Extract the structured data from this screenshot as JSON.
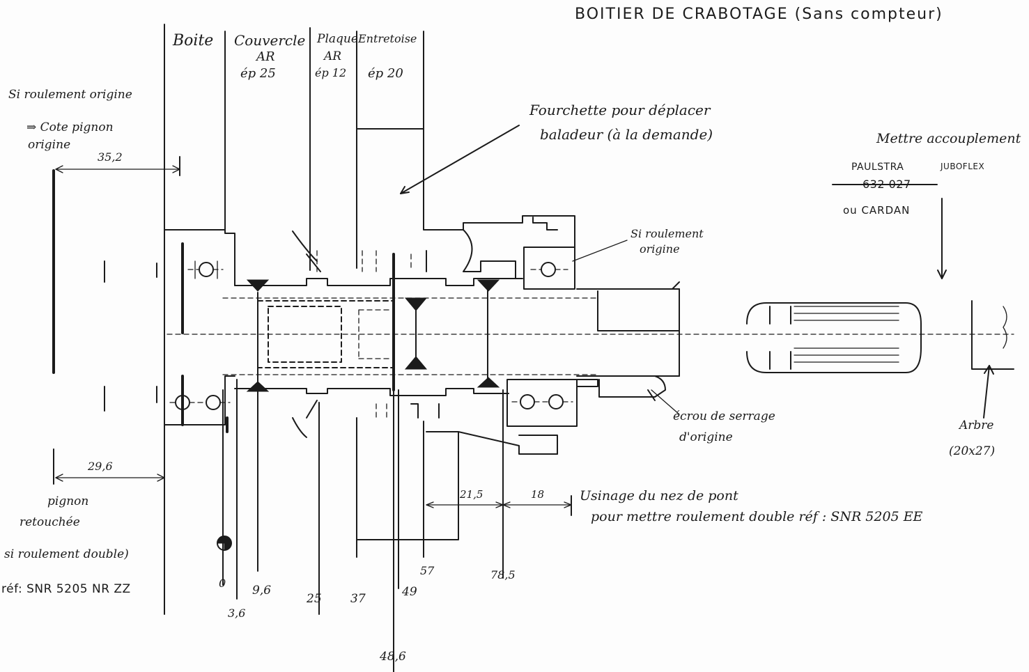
{
  "title": "BOITIER  DE  CRABOTAGE (Sans compteur)",
  "columns": {
    "boite": "Boite",
    "couvercle": "Couvercle",
    "couvercle_sub": "AR",
    "couvercle_ep": "ép 25",
    "plaque": "Plaque",
    "plaque_sub": "AR",
    "plaque_ep": "ép 12",
    "entretoise": "Entretoise",
    "entretoise_ep": "ép 20"
  },
  "left_notes": {
    "roulement_origine": "Si roulement origine",
    "cote_pignon_1": "⇒ Cote pignon",
    "cote_pignon_2": "origine",
    "dim_35_2": "35,2",
    "dim_29_6": "29,6",
    "pignon": "pignon",
    "retouchee": "retouchée",
    "roulement_double": "si roulement double)",
    "ref_left": "réf: SNR 5205 NR ZZ"
  },
  "fourchette": {
    "line1": "Fourchette pour déplacer",
    "line2": "baladeur (à la demande)"
  },
  "accouplement": {
    "line1": "Mettre accouplement",
    "brand1": "PAULSTRA",
    "brand2": "JUBOFLEX",
    "number": "632 027",
    "or_cardan": "ou CARDAN"
  },
  "si_roulement_origine_right": {
    "line1": "Si roulement",
    "line2": "origine"
  },
  "ecrou": {
    "line1": "écrou de serrage",
    "line2": "d'origine"
  },
  "arbre": {
    "line1": "Arbre",
    "line2": "(20x27)"
  },
  "usinage": {
    "line1": "Usinage du nez de pont",
    "line2": "pour mettre roulement double réf : SNR 5205 EE",
    "dim_21_5": "21,5",
    "dim_18": "18"
  },
  "scale_marks": [
    "0",
    "3,6",
    "9,6",
    "25",
    "37",
    "48,6",
    "49",
    "57",
    "78,5"
  ]
}
